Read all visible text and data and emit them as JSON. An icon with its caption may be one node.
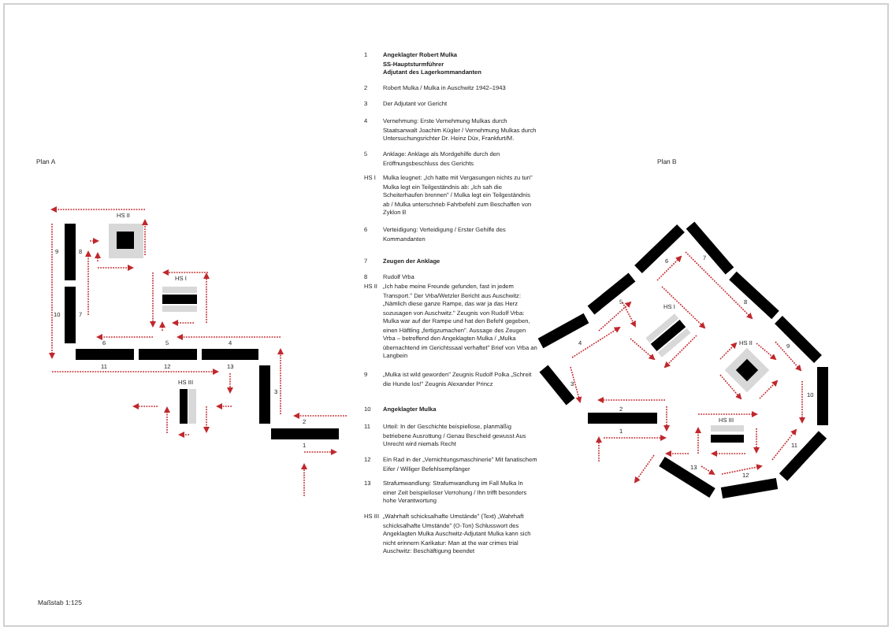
{
  "diagram": {
    "labels": [
      "Plan A",
      "HS II",
      "9",
      "8",
      "HS I",
      "10",
      "7",
      "6",
      "5",
      "4",
      "11",
      "12",
      "13",
      "HS III",
      "3",
      "2",
      "1",
      "1",
      "Angeklagter Robert Mulka",
      "SS-Hauptsturmführer",
      "Adjutant des Lagerkommandanten",
      "2",
      "Robert Mulka / Mulka in Auschwitz 1942–1943",
      "3",
      "Der Adjutant vor Gericht",
      "4",
      "Vernehmung: Erste Vernehmung Mulkas durch Staatsanwalt Joachim Kügler / Vernehmung Mulkas durch Untersuchungsrichter Dr. Heinz Düx, Frankfurt/M.",
      "5",
      "Anklage: Anklage als Mordgehilfe durch den Eröffnungsbeschluss des Gerichts",
      "HS I",
      "Mulka leugnet: „Ich hatte mit Vergasungen nichts zu tun\" Mulka legt ein Teilgeständnis ab: „Ich sah die Scheiterhaufen brennen\" / Mulka legt ein Teilgeständnis ab / Mulka unterschrieb Fahrbefehl zum Beschaffen von Zyklon B",
      "6",
      "Verteidigung: Verteidigung / Erster Gehilfe des Kommandanten",
      "7",
      "Zeugen der Anklage",
      "8",
      "Rudolf Vrba",
      "HS II",
      "„Ich habe meine Freunde gefunden, fast in jedem Transport.\" Der Vrba/Wetzler Bericht aus Auschwitz: „Nämlich diese ganze Rampe, das war ja das Herz sozusagen von Auschwitz.\" Zeugnis von Rudolf Vrba: Mulka war auf der Rampe und hat den Befehl gegeben, einen Häftling „fertigzumachen\". Aussage des Zeugen Vrba – betreffend den Angeklagten Mulka / „Mulka übernachtend im Gerichtssaal verhaftet\" Brief von Vrba an Langbein",
      "9",
      "„Mulka ist wild geworden\" Zeugnis Rudolf Polka „Schreit die Hunde los!\" Zeugnis Alexander Princz",
      "10",
      "Angeklagter Mulka",
      "11",
      "Urteil: In der Geschichte beispiellose, planmäßig betriebene Ausrottung / Genau Bescheid gewusst Aus Unrecht wird niemals Recht",
      "12",
      "Ein Rad in der „Vernichtungsmaschinerie\" Mit fanatischem Eifer / Williger Befehlsempfänger",
      "13",
      "Strafumwandlung: Strafumwandlung im Fall Mulka In einer Zeit beispielloser Verrohung / Ihn trifft besonders hohe Verantwortung",
      "HS III",
      "„Wahrhaft schicksalhafte Umstände\" (Text) „Wahrhaft schicksalhafte Umstände\" (O-Ton) Schlusswort des Angeklagten Mulka Auschwitz-Adjutant Mulka kann sich nicht erinnern Karikatur: Man at the war crimes trial Auschwitz: Beschäftigung beendet",
      "Plan B",
      "6",
      "7",
      "5",
      "HS I",
      "8",
      "4",
      "HS II",
      "9",
      "3",
      "10",
      "2",
      "HS III",
      "1",
      "11",
      "13",
      "12",
      "Maßstab 1:125"
    ]
  }
}
